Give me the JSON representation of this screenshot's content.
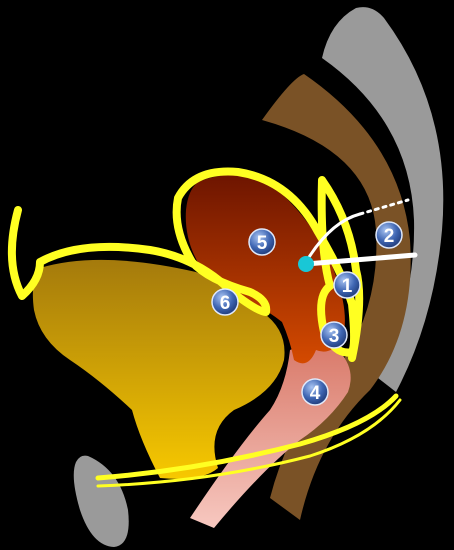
{
  "colors": {
    "background": "#000000",
    "sacrum": "#9a9a9a",
    "rectum": "#7a5226",
    "bladder_top": "#b8860b",
    "bladder_bottom": "#f5c600",
    "uterus_top": "#7a1800",
    "uterus_bottom": "#d04a00",
    "peritoneum": "#ffff22",
    "vagina": "#f4b8b0",
    "urethra": "#f0a0a0",
    "ligament": "#ffffff",
    "ureter_dot": "#19c7d6",
    "marker_fill": "#3a5fae",
    "marker_text": "#ffffff"
  },
  "markers": [
    {
      "id": "marker-1",
      "label": "1"
    },
    {
      "id": "marker-2",
      "label": "2"
    },
    {
      "id": "marker-3",
      "label": "3"
    },
    {
      "id": "marker-4",
      "label": "4"
    },
    {
      "id": "marker-5",
      "label": "5"
    },
    {
      "id": "marker-6",
      "label": "6"
    }
  ]
}
